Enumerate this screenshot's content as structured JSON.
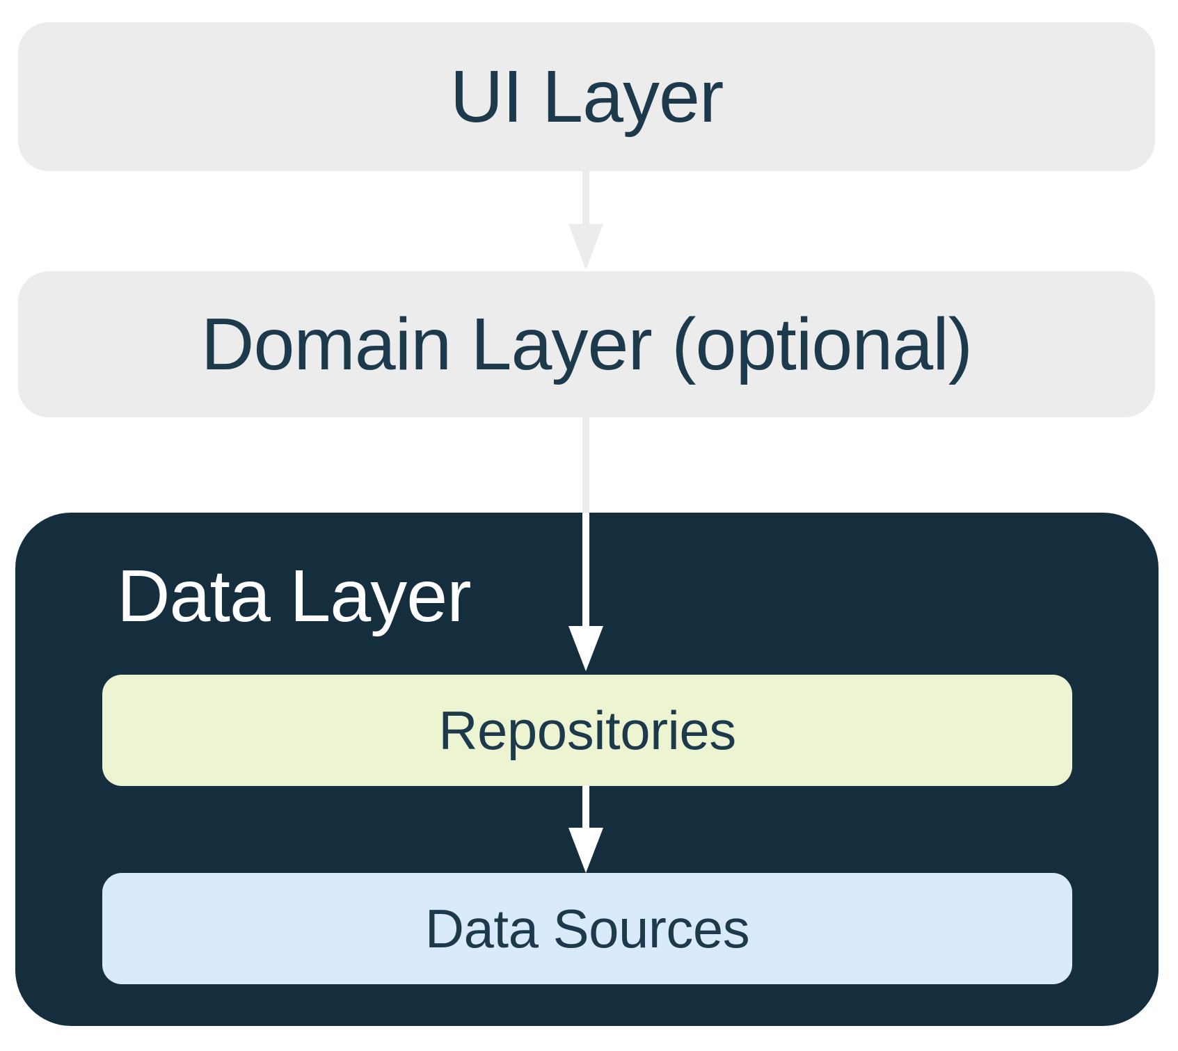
{
  "diagram": {
    "nodes": {
      "ui": {
        "label": "UI Layer"
      },
      "domain": {
        "label": "Domain Layer (optional)"
      },
      "data": {
        "label": "Data Layer"
      },
      "repositories": {
        "label": "Repositories"
      },
      "data_sources": {
        "label": "Data Sources"
      }
    },
    "edges": [
      {
        "from": "UI Layer",
        "to": "Domain Layer (optional)"
      },
      {
        "from": "Domain Layer (optional)",
        "to": "Repositories"
      },
      {
        "from": "Repositories",
        "to": "Data Sources"
      }
    ],
    "colors": {
      "light_gray": "#ECECEC",
      "arrow_gray": "#ECECEC",
      "dark_navy": "#152E3E",
      "pale_green": "#EDF4D1",
      "light_blue": "#D9EAFB",
      "text_dark": "#1D3A4D",
      "white": "#FFFFFF"
    }
  }
}
